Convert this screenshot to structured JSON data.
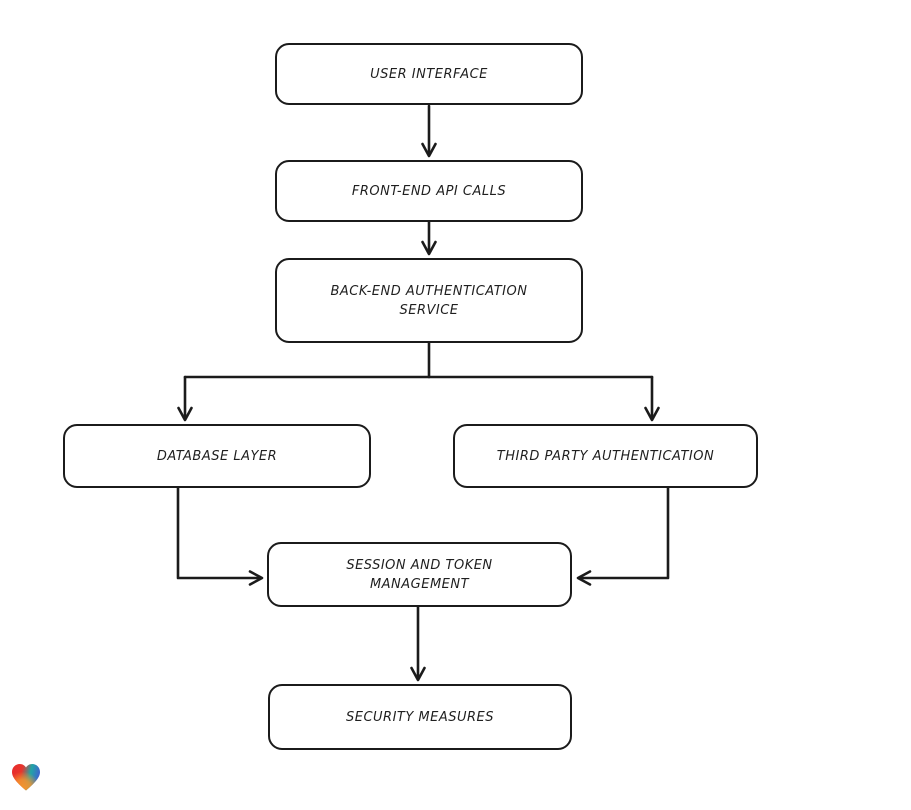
{
  "diagram": {
    "type": "flowchart",
    "style": "hand-drawn sketch (rounded rectangles, open V arrowheads)",
    "colors": {
      "background": "#ffffff",
      "node_fill": "#ffffff",
      "stroke": "#1b1b1b",
      "text": "#1f1f1f"
    },
    "nodes": [
      {
        "id": "user-interface",
        "label": "USER INTERFACE"
      },
      {
        "id": "front-end-api-calls",
        "label": "FRONT-END API CALLS"
      },
      {
        "id": "back-end-authentication-service",
        "label": "BACK-END AUTHENTICATION SERVICE"
      },
      {
        "id": "database-layer",
        "label": "DATABASE LAYER"
      },
      {
        "id": "third-party-authentication",
        "label": "THIRD PARTY AUTHENTICATION"
      },
      {
        "id": "session-and-token-management",
        "label": "SESSION AND TOKEN MANAGEMENT"
      },
      {
        "id": "security-measures",
        "label": "SECURITY MEASURES"
      }
    ],
    "edges": [
      {
        "from": "user-interface",
        "to": "front-end-api-calls"
      },
      {
        "from": "front-end-api-calls",
        "to": "back-end-authentication-service"
      },
      {
        "from": "back-end-authentication-service",
        "to": "database-layer"
      },
      {
        "from": "back-end-authentication-service",
        "to": "third-party-authentication"
      },
      {
        "from": "database-layer",
        "to": "session-and-token-management"
      },
      {
        "from": "third-party-authentication",
        "to": "session-and-token-management"
      },
      {
        "from": "session-and-token-management",
        "to": "security-measures"
      }
    ]
  },
  "watermark": {
    "icon": "heart-icon",
    "gradient_colors": [
      "#e82a2d",
      "#f5952d",
      "#21a5a5",
      "#4656d7"
    ]
  }
}
